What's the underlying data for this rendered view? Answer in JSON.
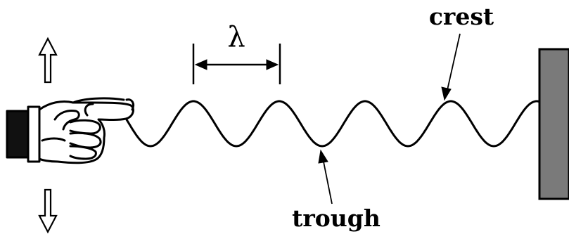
{
  "labels": {
    "wavelength": "λ",
    "crest": "crest",
    "trough": "trough"
  },
  "icons": {
    "up_arrow": "up-arrow-icon",
    "down_arrow": "down-arrow-icon",
    "hand": "pointing-hand-icon"
  },
  "colors": {
    "ink": "#000000",
    "wall_fill": "#7a7a7a",
    "background": "#ffffff"
  }
}
